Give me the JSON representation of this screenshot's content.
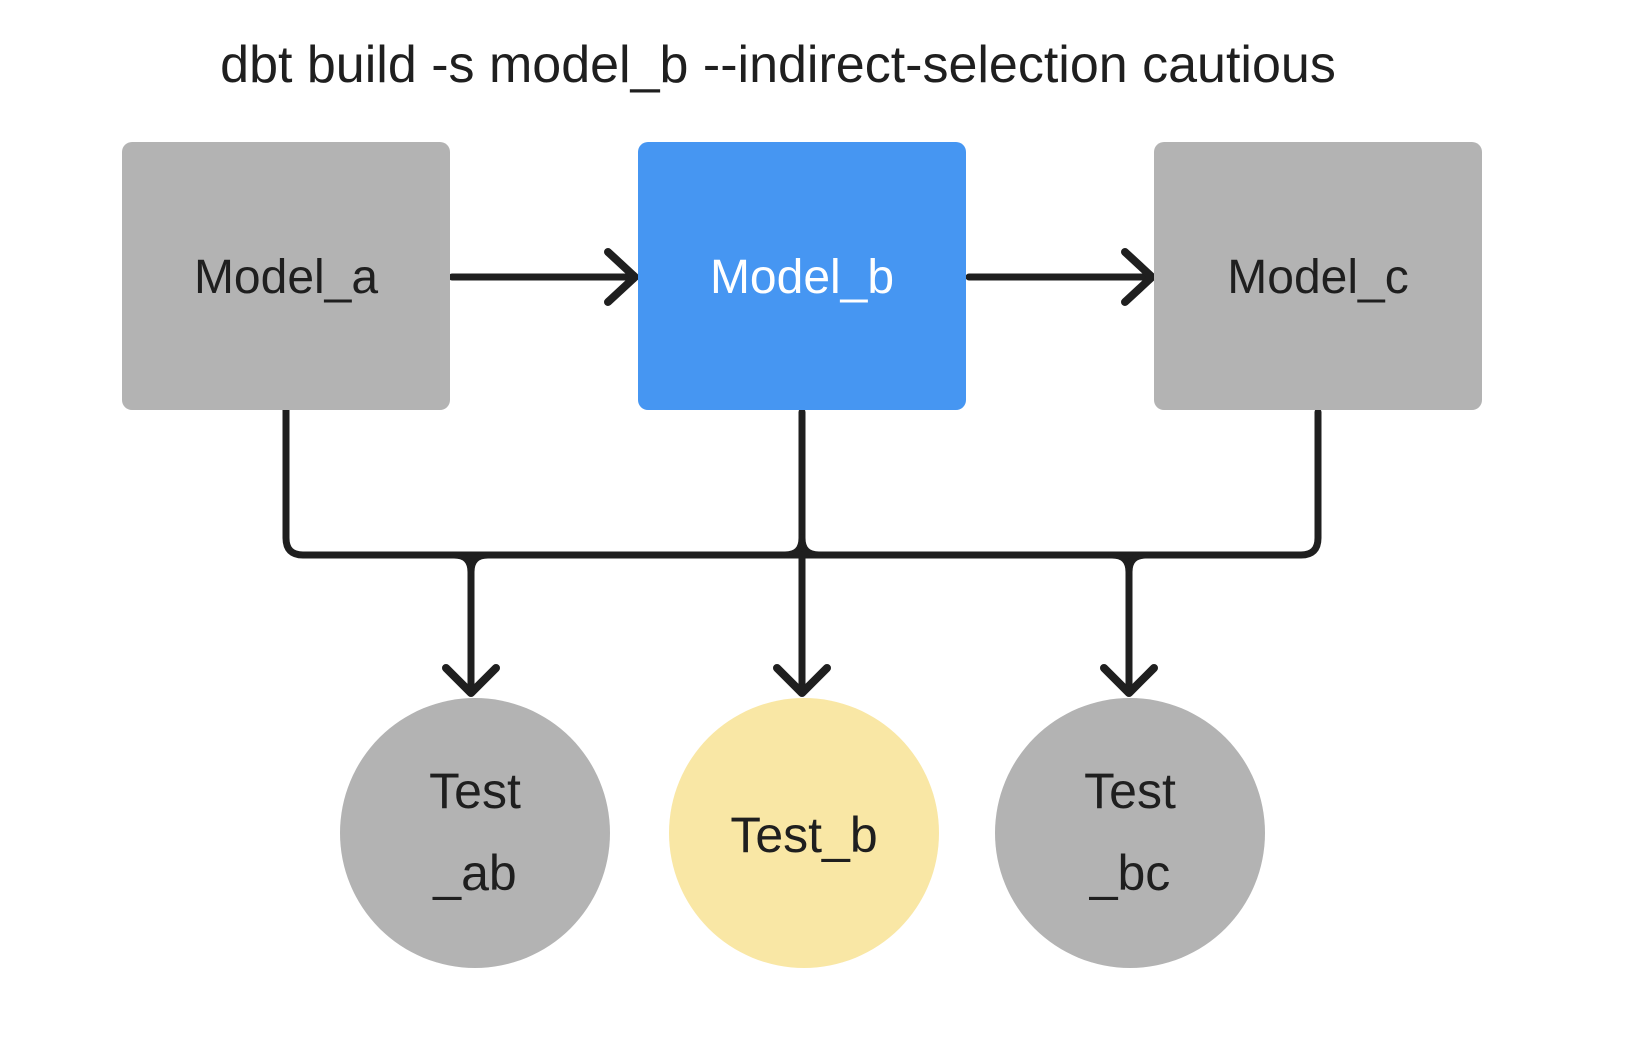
{
  "title": "dbt build -s model_b --indirect-selection cautious",
  "nodes": {
    "models": [
      {
        "label": "Model_a",
        "fill": "#b3b3b3",
        "text_color": "#1f1f1f"
      },
      {
        "label": "Model_b",
        "fill": "#4696f2",
        "text_color": "#ffffff"
      },
      {
        "label": "Model_c",
        "fill": "#b3b3b3",
        "text_color": "#1f1f1f"
      }
    ],
    "tests": [
      {
        "lines": [
          "Test",
          "_ab"
        ],
        "fill": "#b3b3b3"
      },
      {
        "lines": [
          "Test_b"
        ],
        "fill": "#f9e7a5"
      },
      {
        "lines": [
          "Test",
          "_bc"
        ],
        "fill": "#b3b3b3"
      }
    ]
  },
  "edges": [
    "model_a -> model_b",
    "model_b -> model_c",
    "model_a -> test_ab",
    "model_b -> test_ab",
    "model_b -> test_b",
    "model_b -> test_bc",
    "model_c -> test_bc"
  ],
  "colors": {
    "background": "#ffffff",
    "line": "#1f1f1f",
    "selected_model": "#4696f2",
    "selected_test": "#f9e7a5",
    "unselected_node": "#b3b3b3",
    "text_dark": "#1f1f1f",
    "text_light": "#ffffff"
  }
}
